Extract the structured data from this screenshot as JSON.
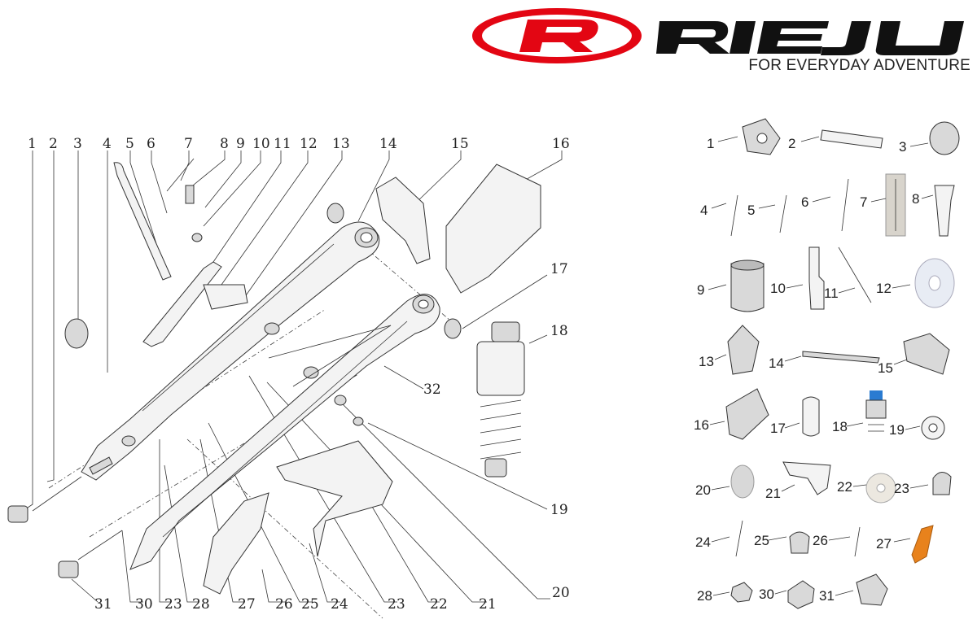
{
  "brand": {
    "logo_text": "RIEJU",
    "tagline": "FOR EVERYDAY ADVENTURE",
    "colors": {
      "red": "#e30613",
      "black": "#111111"
    }
  },
  "exploded_view": {
    "top_callouts": [
      "1",
      "2",
      "3",
      "4",
      "5",
      "6",
      "7",
      "8",
      "9",
      "10",
      "11",
      "12",
      "13",
      "14",
      "15",
      "16"
    ],
    "right_callouts": [
      "17",
      "18",
      "32",
      "19",
      "20"
    ],
    "bottom_callouts": [
      "31",
      "30",
      "23",
      "28",
      "27",
      "26",
      "25",
      "24",
      "23",
      "22",
      "21"
    ]
  },
  "parts_panel": {
    "labels": [
      "1",
      "2",
      "3",
      "4",
      "5",
      "6",
      "7",
      "8",
      "9",
      "10",
      "11",
      "12",
      "13",
      "14",
      "15",
      "16",
      "17",
      "18",
      "19",
      "20",
      "21",
      "22",
      "23",
      "24",
      "25",
      "26",
      "27",
      "28",
      "30",
      "31"
    ]
  }
}
